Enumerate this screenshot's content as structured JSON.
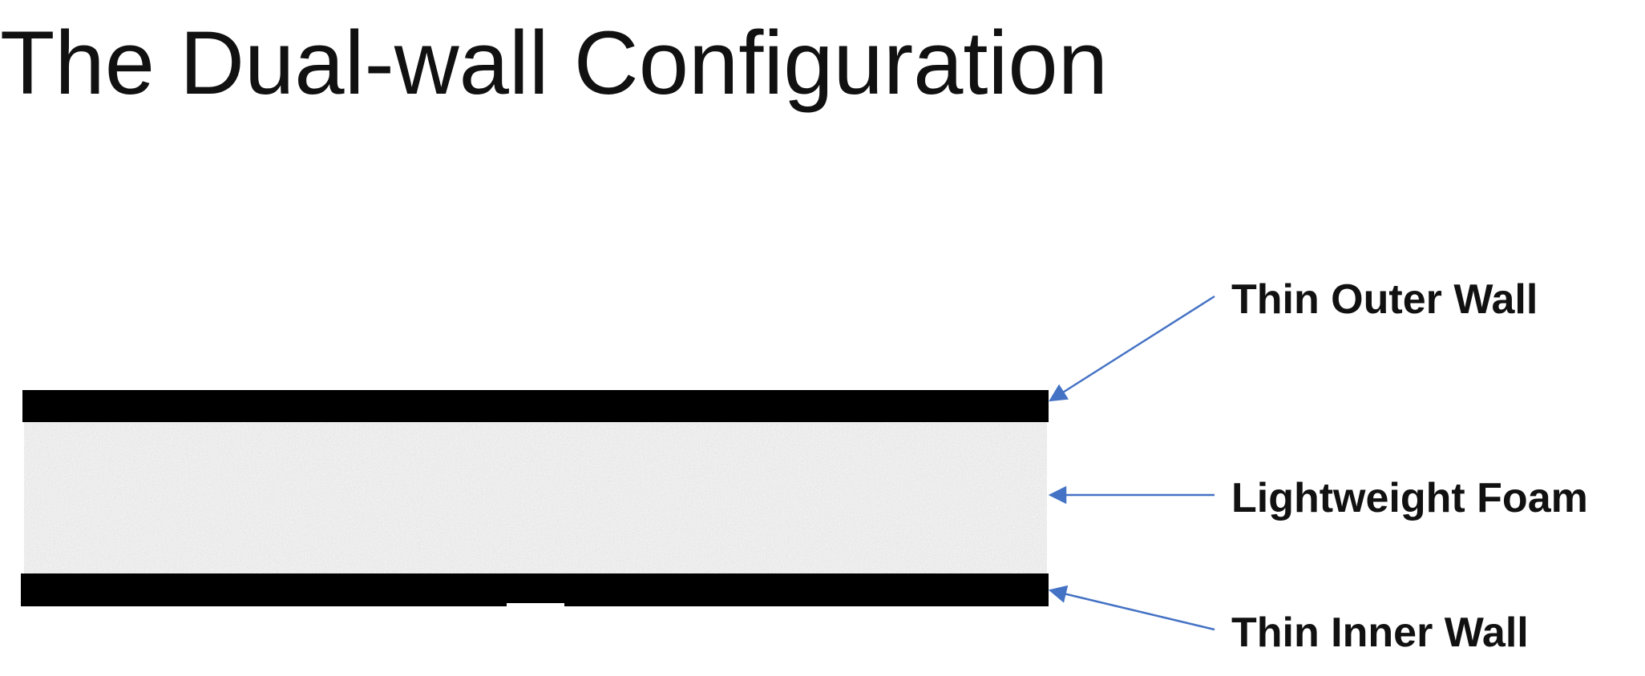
{
  "title": "The Dual-wall Configuration",
  "layers": [
    {
      "id": "outer-wall",
      "label": "Thin Outer Wall",
      "material": "solid",
      "color": "#000000"
    },
    {
      "id": "foam",
      "label": "Lightweight Foam",
      "material": "foam",
      "color": "#e6e6e6"
    },
    {
      "id": "inner-wall",
      "label": "Thin Inner Wall",
      "material": "solid",
      "color": "#000000"
    }
  ],
  "colors": {
    "arrow": "#4472c4",
    "text": "#111111",
    "background": "#ffffff"
  }
}
